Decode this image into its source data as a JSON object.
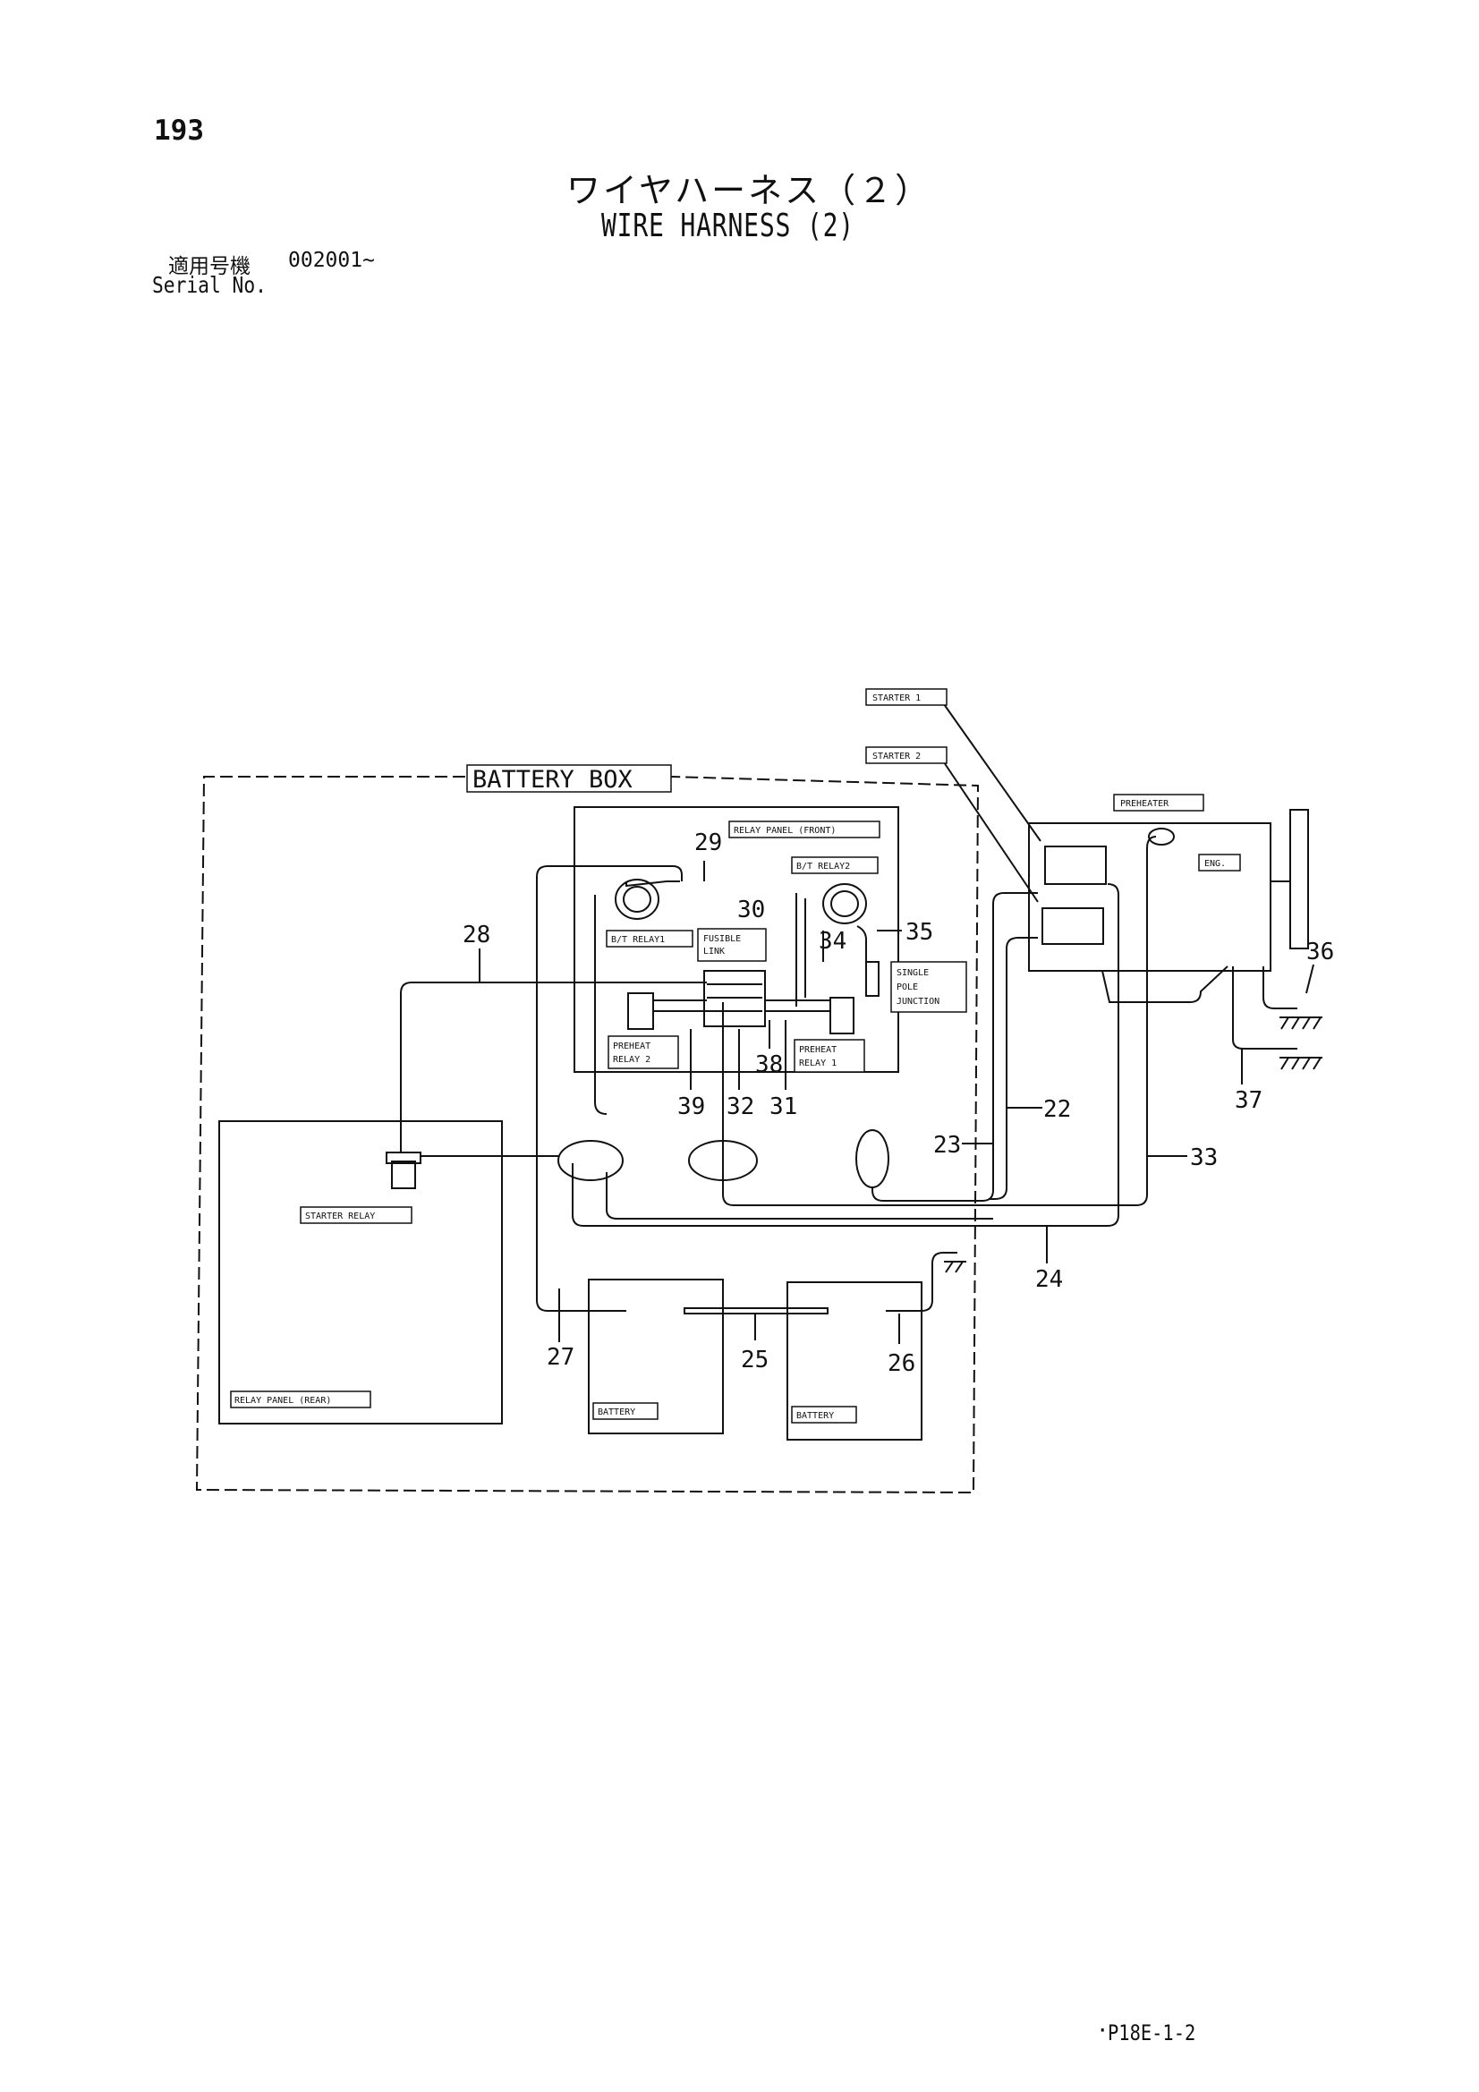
{
  "header": {
    "page_number": "193",
    "title_jp": "ワイヤハーネス（２）",
    "title_en": "WIRE HARNESS (2)",
    "serial_label_jp": "適用号機",
    "serial_value": "002001~",
    "serial_label_en": "Serial No."
  },
  "diagram": {
    "boxes": {
      "battery_box": "BATTERY BOX",
      "relay_panel_front": "RELAY PANEL (FRONT)",
      "relay_panel_rear": "RELAY PANEL (REAR)",
      "bt_relay1": "B/T RELAY1",
      "bt_relay2": "B/T RELAY2",
      "fusible_link_1": "FUSIBLE",
      "fusible_link_2": "LINK",
      "single_pole_1": "SINGLE",
      "single_pole_2": "POLE",
      "single_pole_3": "JUNCTION",
      "preheat_relay2_1": "PREHEAT",
      "preheat_relay2_2": "RELAY 2",
      "preheat_relay1_1": "PREHEAT",
      "preheat_relay1_2": "RELAY 1",
      "starter_relay": "STARTER RELAY",
      "battery_left": "BATTERY",
      "battery_right": "BATTERY",
      "starter1": "STARTER 1",
      "starter2": "STARTER 2",
      "preheater": "PREHEATER",
      "eng": "ENG."
    },
    "callouts": {
      "n22": "22",
      "n23": "23",
      "n24": "24",
      "n25": "25",
      "n26": "26",
      "n27": "27",
      "n28": "28",
      "n29": "29",
      "n30": "30",
      "n31": "31",
      "n32": "32",
      "n33": "33",
      "n34": "34",
      "n35": "35",
      "n36": "36",
      "n37": "37",
      "n38": "38",
      "n39": "39"
    }
  },
  "footer": {
    "code": "P18E-1-2"
  }
}
